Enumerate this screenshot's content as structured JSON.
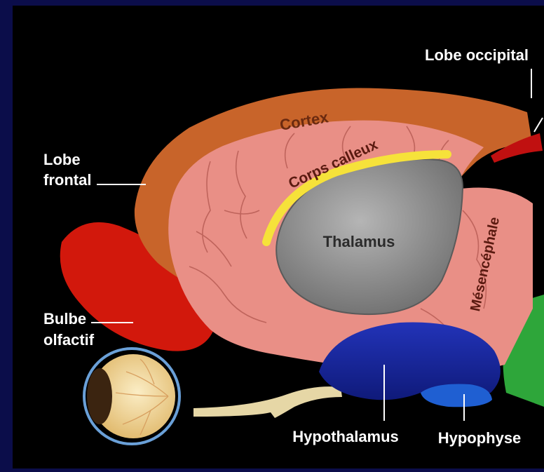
{
  "labels": {
    "lobe_occipital": "Lobe occipital",
    "lobe_frontal_1": "Lobe",
    "lobe_frontal_2": "frontal",
    "bulbe_1": "Bulbe",
    "bulbe_2": "olfactif",
    "cortex": "Cortex",
    "corps_calleux": "Corps calleux",
    "thalamus": "Thalamus",
    "mesencephale": "Mésencéphale",
    "hypothalamus": "Hypothalamus",
    "hypophyse": "Hypophyse"
  },
  "colors": {
    "frame": "#0b0d4a",
    "background": "#000000",
    "cortex": "#c8642a",
    "brain_tissue": "#e98f86",
    "corps_calleux": "#f6e23a",
    "thalamus": "#8d8d8d",
    "bulbe": "#d2180c",
    "hypothalamus": "#1a2aa6",
    "hypophyse": "#1f5fd2",
    "cerebellum": "#2ea63a",
    "eye": "#f0d59a",
    "label_text": "#ffffff"
  }
}
